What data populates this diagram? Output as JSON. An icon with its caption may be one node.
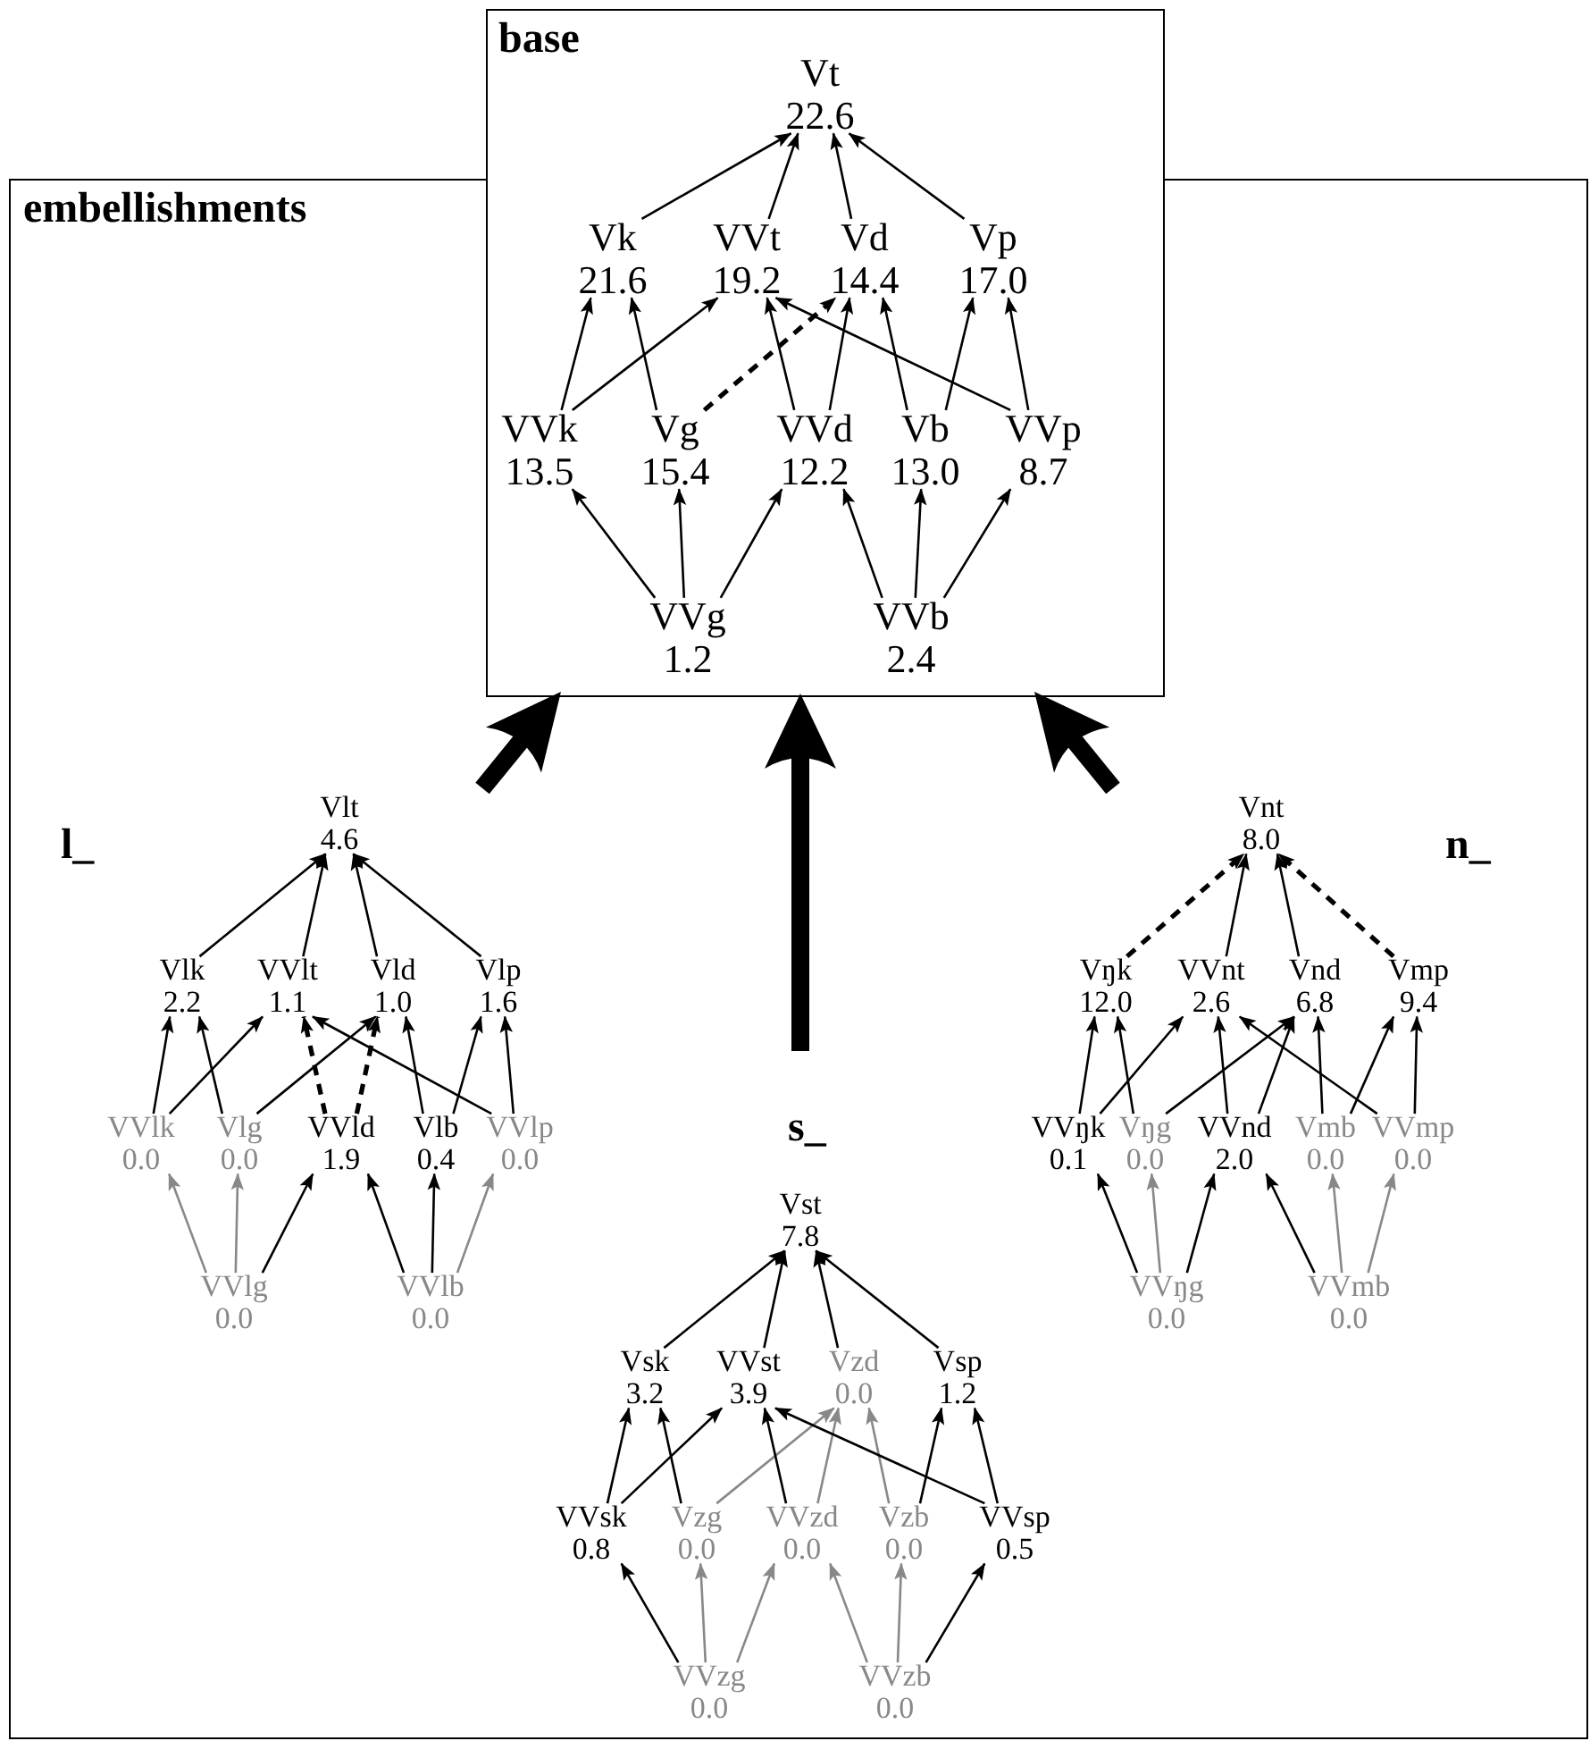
{
  "diagram": {
    "nodes": [
      {
        "text": [
          "base"
        ]
      },
      {
        "text": [
          "Vt",
          "22.6"
        ],
        "in": 0
      },
      {
        "text": [
          "Vk",
          "21.6"
        ]
      },
      {
        "text": [
          "VVt",
          "19.2"
        ]
      },
      {
        "text": [
          "Vd",
          "14.4"
        ]
      },
      {
        "text": [
          "Vp",
          "17.0"
        ]
      },
      {
        "text": [
          "VVk",
          "13.5"
        ]
      },
      {
        "text": [
          "Vg",
          "15.4"
        ]
      },
      {
        "text": [
          "VVd",
          "12.2"
        ]
      },
      {
        "text": [
          "Vb",
          "13.0"
        ]
      },
      {
        "text": [
          "VVp",
          "8.7"
        ]
      },
      {
        "text": [
          "VVg",
          "1.2"
        ]
      },
      {
        "text": [
          "VVb",
          "2.4"
        ]
      },
      {
        "text": [
          "embellishments"
        ]
      },
      {
        "text": [
          "l_"
        ],
        "in": 13
      },
      {
        "text": [
          "Vlt",
          "4.6"
        ],
        "in": 14
      },
      {
        "text": [
          "Vlk",
          "2.2"
        ],
        "in": 14
      },
      {
        "text": [
          "VVlt",
          "1.1"
        ],
        "in": 14
      },
      {
        "text": [
          "Vld",
          "1.0"
        ],
        "in": 14
      },
      {
        "text": [
          "Vlp",
          "1.6"
        ],
        "in": 14
      },
      {
        "text": [
          "VVlk",
          "0.0"
        ],
        "in": 14
      },
      {
        "text": [
          "Vlg",
          "0.0"
        ],
        "in": 14
      },
      {
        "text": [
          "VVld",
          "1.9"
        ],
        "in": 14
      },
      {
        "text": [
          "Vlb",
          "0.4"
        ],
        "in": 14
      },
      {
        "text": [
          "VVlp",
          "0.0"
        ],
        "in": 14
      },
      {
        "text": [
          "VVlg",
          "0.0"
        ],
        "in": 14
      },
      {
        "text": [
          "VVlb",
          "0.0"
        ],
        "in": 14
      },
      {
        "text": [
          "n_"
        ],
        "in": 13
      },
      {
        "text": [
          "Vnt",
          "8.0"
        ],
        "in": 27
      },
      {
        "text": [
          "Vŋk",
          "12.0"
        ],
        "in": 27
      },
      {
        "text": [
          "VVnt",
          "2.6"
        ],
        "in": 27
      },
      {
        "text": [
          "Vnd",
          "6.8"
        ],
        "in": 27
      },
      {
        "text": [
          "Vmp",
          "9.4"
        ],
        "in": 27
      },
      {
        "text": [
          "VVŋk",
          "0.1"
        ],
        "in": 27
      },
      {
        "text": [
          "Vŋg",
          "0.0"
        ],
        "in": 27
      },
      {
        "text": [
          "VVnd",
          "2.0"
        ],
        "in": 27
      },
      {
        "text": [
          "Vmb",
          "0.0"
        ],
        "in": 27
      },
      {
        "text": [
          "VVmp",
          "0.0"
        ],
        "in": 27
      },
      {
        "text": [
          "VVŋg",
          "0.0"
        ],
        "in": 27
      },
      {
        "text": [
          "VVmb",
          "0.0"
        ],
        "in": 27
      },
      {
        "text": [
          "s_"
        ],
        "in": 13
      },
      {
        "text": [
          "Vst",
          "7.8"
        ],
        "in": 40
      },
      {
        "text": [
          "Vsk",
          "3.2"
        ],
        "in": 40
      },
      {
        "text": [
          "VVst",
          "3.9"
        ],
        "in": 40
      },
      {
        "text": [
          "Vzd",
          "0.0"
        ],
        "in": 40
      },
      {
        "text": [
          "Vsp",
          "1.2"
        ],
        "in": 40
      },
      {
        "text": [
          "VVsk",
          "0.8"
        ],
        "in": 40
      },
      {
        "text": [
          "Vzg",
          "0.0"
        ],
        "in": 40
      },
      {
        "text": [
          "VVzd",
          "0.0"
        ],
        "in": 40
      },
      {
        "text": [
          "Vzb",
          "0.0"
        ],
        "in": 40
      },
      {
        "text": [
          "VVsp",
          "0.5"
        ],
        "in": 40
      },
      {
        "text": [
          "VVzg",
          "0.0"
        ],
        "in": 40
      },
      {
        "text": [
          "VVzb",
          "0.0"
        ],
        "in": 40
      }
    ],
    "edges": [
      {
        "from": 2,
        "to": 1,
        "arrow": "to"
      },
      {
        "from": 3,
        "to": 1,
        "arrow": "to"
      },
      {
        "from": 4,
        "to": 1,
        "arrow": "to"
      },
      {
        "from": 5,
        "to": 1,
        "arrow": "to"
      },
      {
        "from": 6,
        "to": 2,
        "arrow": "to"
      },
      {
        "from": 6,
        "to": 3,
        "arrow": "to"
      },
      {
        "from": 7,
        "to": 2,
        "arrow": "to"
      },
      {
        "from": 7,
        "to": 4,
        "arrow": "to",
        "style": "dashed"
      },
      {
        "from": 8,
        "to": 3,
        "arrow": "to"
      },
      {
        "from": 8,
        "to": 4,
        "arrow": "to"
      },
      {
        "from": 9,
        "to": 4,
        "arrow": "to"
      },
      {
        "from": 9,
        "to": 5,
        "arrow": "to"
      },
      {
        "from": 10,
        "to": 3,
        "arrow": "to"
      },
      {
        "from": 10,
        "to": 5,
        "arrow": "to"
      },
      {
        "from": 11,
        "to": 6,
        "arrow": "to"
      },
      {
        "from": 11,
        "to": 7,
        "arrow": "to"
      },
      {
        "from": 11,
        "to": 8,
        "arrow": "to"
      },
      {
        "from": 12,
        "to": 8,
        "arrow": "to"
      },
      {
        "from": 12,
        "to": 9,
        "arrow": "to"
      },
      {
        "from": 12,
        "to": 10,
        "arrow": "to"
      },
      {
        "from": 16,
        "to": 15,
        "arrow": "to"
      },
      {
        "from": 17,
        "to": 15,
        "arrow": "to"
      },
      {
        "from": 18,
        "to": 15,
        "arrow": "to"
      },
      {
        "from": 19,
        "to": 15,
        "arrow": "to"
      },
      {
        "from": 20,
        "to": 16,
        "arrow": "to"
      },
      {
        "from": 20,
        "to": 17,
        "arrow": "to"
      },
      {
        "from": 21,
        "to": 16,
        "arrow": "to"
      },
      {
        "from": 21,
        "to": 18,
        "arrow": "to"
      },
      {
        "from": 22,
        "to": 17,
        "arrow": "to",
        "style": "dashed"
      },
      {
        "from": 22,
        "to": 18,
        "arrow": "to",
        "style": "dashed"
      },
      {
        "from": 23,
        "to": 18,
        "arrow": "to"
      },
      {
        "from": 23,
        "to": 19,
        "arrow": "to"
      },
      {
        "from": 24,
        "to": 17,
        "arrow": "to"
      },
      {
        "from": 24,
        "to": 19,
        "arrow": "to"
      },
      {
        "from": 25,
        "to": 20,
        "arrow": "to",
        "color": "#888888"
      },
      {
        "from": 25,
        "to": 21,
        "arrow": "to",
        "color": "#888888"
      },
      {
        "from": 25,
        "to": 22,
        "arrow": "to"
      },
      {
        "from": 26,
        "to": 22,
        "arrow": "to"
      },
      {
        "from": 26,
        "to": 23,
        "arrow": "to"
      },
      {
        "from": 26,
        "to": 24,
        "arrow": "to",
        "color": "#888888"
      },
      {
        "from": 29,
        "to": 28,
        "arrow": "to",
        "style": "dashed"
      },
      {
        "from": 30,
        "to": 28,
        "arrow": "to"
      },
      {
        "from": 31,
        "to": 28,
        "arrow": "to"
      },
      {
        "from": 32,
        "to": 28,
        "arrow": "to",
        "style": "dashed"
      },
      {
        "from": 33,
        "to": 29,
        "arrow": "to"
      },
      {
        "from": 33,
        "to": 30,
        "arrow": "to"
      },
      {
        "from": 34,
        "to": 29,
        "arrow": "to"
      },
      {
        "from": 34,
        "to": 31,
        "arrow": "to"
      },
      {
        "from": 35,
        "to": 30,
        "arrow": "to"
      },
      {
        "from": 35,
        "to": 31,
        "arrow": "to"
      },
      {
        "from": 36,
        "to": 31,
        "arrow": "to"
      },
      {
        "from": 36,
        "to": 32,
        "arrow": "to"
      },
      {
        "from": 37,
        "to": 30,
        "arrow": "to"
      },
      {
        "from": 37,
        "to": 32,
        "arrow": "to"
      },
      {
        "from": 38,
        "to": 33,
        "arrow": "to"
      },
      {
        "from": 38,
        "to": 34,
        "arrow": "to",
        "color": "#888888"
      },
      {
        "from": 38,
        "to": 35,
        "arrow": "to"
      },
      {
        "from": 39,
        "to": 35,
        "arrow": "to"
      },
      {
        "from": 39,
        "to": 36,
        "arrow": "to",
        "color": "#888888"
      },
      {
        "from": 39,
        "to": 37,
        "arrow": "to",
        "color": "#888888"
      },
      {
        "from": 42,
        "to": 41,
        "arrow": "to"
      },
      {
        "from": 43,
        "to": 41,
        "arrow": "to"
      },
      {
        "from": 44,
        "to": 41,
        "arrow": "to"
      },
      {
        "from": 45,
        "to": 41,
        "arrow": "to"
      },
      {
        "from": 46,
        "to": 42,
        "arrow": "to"
      },
      {
        "from": 46,
        "to": 43,
        "arrow": "to"
      },
      {
        "from": 47,
        "to": 42,
        "arrow": "to"
      },
      {
        "from": 47,
        "to": 44,
        "arrow": "to",
        "color": "#888888"
      },
      {
        "from": 48,
        "to": 43,
        "arrow": "to"
      },
      {
        "from": 48,
        "to": 44,
        "arrow": "to",
        "color": "#888888"
      },
      {
        "from": 49,
        "to": 44,
        "arrow": "to",
        "color": "#888888"
      },
      {
        "from": 49,
        "to": 45,
        "arrow": "to"
      },
      {
        "from": 50,
        "to": 43,
        "arrow": "to"
      },
      {
        "from": 50,
        "to": 45,
        "arrow": "to"
      },
      {
        "from": 51,
        "to": 46,
        "arrow": "to"
      },
      {
        "from": 51,
        "to": 47,
        "arrow": "to",
        "color": "#888888"
      },
      {
        "from": 51,
        "to": 48,
        "arrow": "to",
        "color": "#888888"
      },
      {
        "from": 52,
        "to": 48,
        "arrow": "to",
        "color": "#888888"
      },
      {
        "from": 52,
        "to": 49,
        "arrow": "to",
        "color": "#888888"
      },
      {
        "from": 52,
        "to": 50,
        "arrow": "to"
      },
      {
        "from": 14,
        "to": 0,
        "arrow": "to",
        "style": "thick"
      },
      {
        "from": 27,
        "to": 0,
        "arrow": "to",
        "style": "thick"
      },
      {
        "from": 40,
        "to": 0,
        "arrow": "to",
        "style": "thick"
      }
    ]
  }
}
